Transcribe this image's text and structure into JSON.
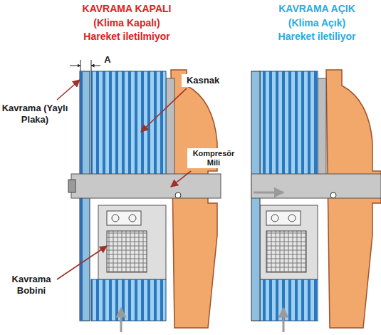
{
  "diagram": {
    "labels": [
      "KAVRAMA KAPALI",
      "(Klima Kapalı)",
      "Hareket iletilmiyor",
      "KAVRAMA AÇIK",
      "(Klima Açık)",
      "Hareket iletiliyor",
      "A",
      "Kasnak",
      "Kavrama (Yaylı Plaka)",
      "Kompresör Mili",
      "Kavrama Bobini"
    ]
  }
}
